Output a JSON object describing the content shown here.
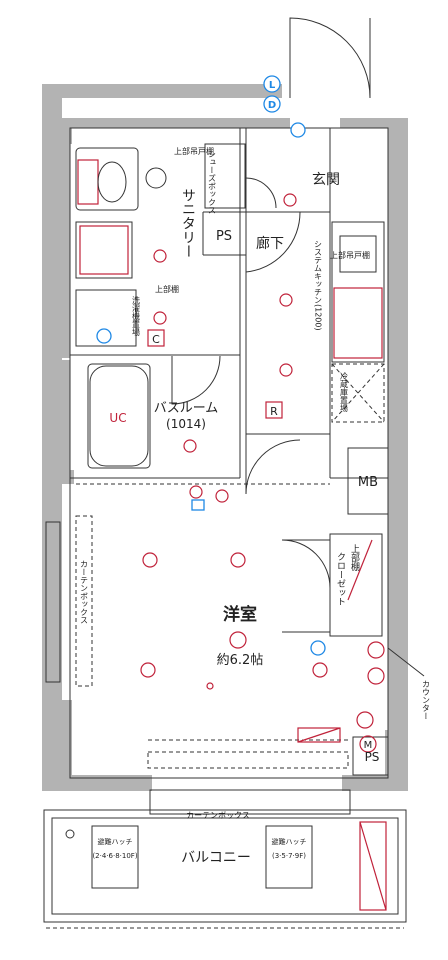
{
  "rooms": {
    "entrance": "玄関",
    "sanitary": "サニタリー",
    "corridor": "廊下",
    "bathroom": "バスルーム",
    "bathroom_size": "(1014)",
    "western_room": "洋室",
    "western_room_area": "約6.2帖",
    "balcony": "バルコニー",
    "closet": "クローゼット",
    "closet_shelf": "上部棚",
    "mb": "MB",
    "ps_upper": "PS",
    "ps_lower": "PS"
  },
  "labels": {
    "upper_cabinet_top": "上部吊戸棚",
    "upper_shelf": "上部棚",
    "washing_machine_area": "洗濯機置場",
    "system_kitchen": "システムキッチン(1200)",
    "kitchen_upper_cabinet": "上部吊戸棚",
    "fridge_area": "冷蔵庫置場",
    "shoe_box": "シューズボックス",
    "curtain_box_left": "カーテンボックス",
    "curtain_box_bottom": "カーテンボックス",
    "counter": "カウンター",
    "hatch_left": "避難ハッチ",
    "hatch_left_floors": "(2·4·6·8·10F)",
    "hatch_right": "避難ハッチ",
    "hatch_right_floors": "(3·5·7·9F)",
    "marker_c": "C",
    "marker_r": "R",
    "marker_m": "M",
    "marker_l": "L",
    "marker_d": "D",
    "bath_symbol": "UC"
  },
  "colors": {
    "wall": "#b3b3b3",
    "equipment": "#c0223a",
    "info_icon": "#1e88e5",
    "lines": "#333333"
  }
}
